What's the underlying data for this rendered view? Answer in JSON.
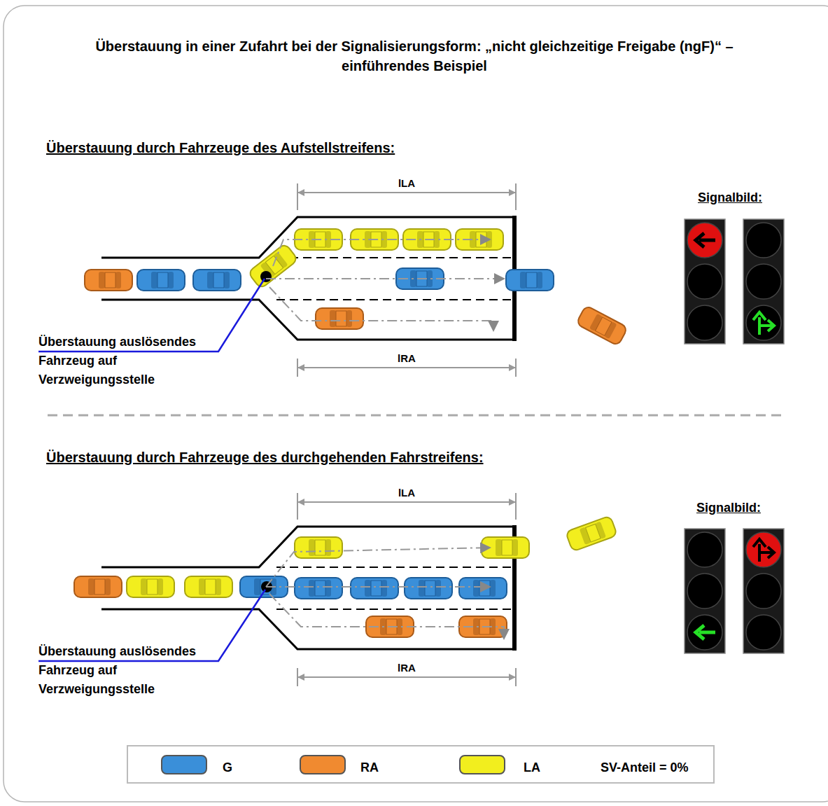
{
  "diagram": {
    "title": "Überstauung in einer Zufahrt bei der Signalisierungsform: „nicht gleichzeitige Freigabe (ngF)“ – einführendes Beispiel",
    "labels": [
      "Überstauung durch Fahrzeuge des Aufstellstreifens:",
      "lLA",
      "lRA",
      "Überstauung auslösendes Fahrzeug auf Verzweigungsstelle",
      "Signalbild:",
      "Überstauung durch Fahrzeuge des durchgehenden Fahrstreifens:",
      "lLA",
      "lRA",
      "Überstauung auslösendes Fahrzeug auf Verzweigungsstelle",
      "Signalbild:",
      "SV-Anteil = 0%"
    ],
    "legend": [
      {
        "text": "G",
        "color": "#3a8fd9"
      },
      {
        "text": "RA",
        "color": "#f08a30"
      },
      {
        "text": "LA",
        "color": "#f2ee1e"
      }
    ]
  }
}
